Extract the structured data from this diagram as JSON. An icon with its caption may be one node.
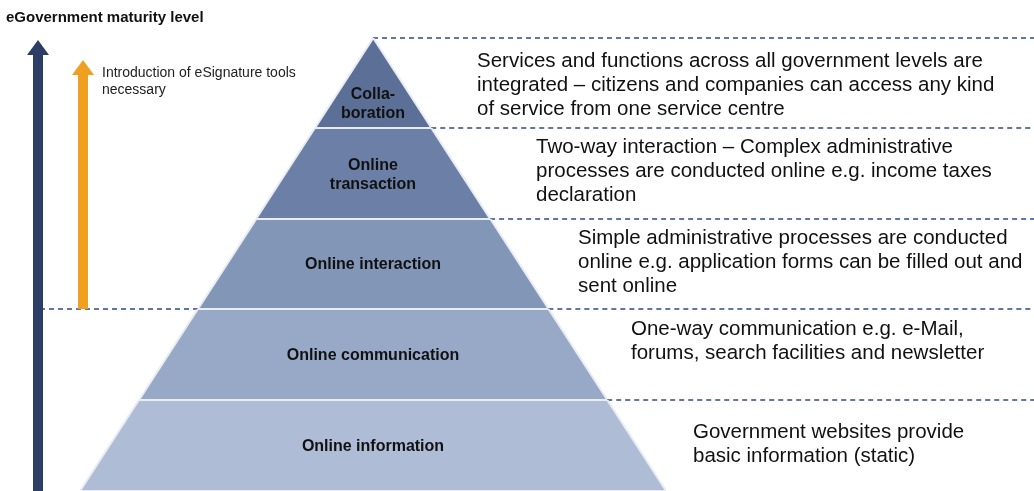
{
  "diagram": {
    "title": "eGovernment maturity level",
    "nodes": [
      {
        "text": [
          "Colla-boration"
        ]
      },
      {
        "text": [
          "Online transaction"
        ]
      },
      {
        "text": [
          "Online interaction"
        ]
      },
      {
        "text": [
          "Online communication"
        ]
      },
      {
        "text": [
          "Online information"
        ]
      }
    ],
    "labels": [
      "Services and functions across all government levels are integrated – citizens and companies can access any kind of service from one service centre",
      "Introduction of eSignature tools necessary",
      "Two-way interaction – Complex administrative processes are conducted online e.g. income taxes declaration",
      "Simple administrative processes are conducted online e.g. application forms can be filled out and sent online",
      "One-way communication e.g. e-Mail, forums, search facilities and newsletter",
      "Government websites provide basic information (static)"
    ]
  }
}
